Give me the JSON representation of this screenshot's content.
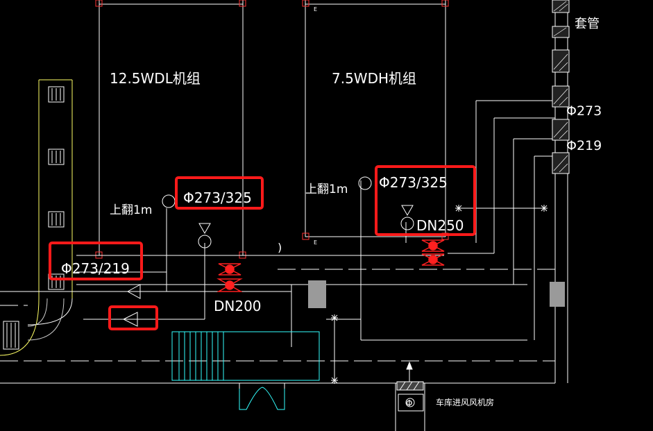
{
  "labels": {
    "unit_left": "12.5WDL机组",
    "unit_right": "7.5WDH机组",
    "raise_left": "上翻1m",
    "raise_right": "上翻1m",
    "pipe_left_325": "Φ273/325",
    "pipe_right_325": "Φ273/325",
    "pipe_219": "Φ273/219",
    "dn200": "DN200",
    "dn250": "DN250",
    "sleeve": "套管",
    "phi273": "Φ273",
    "phi219": "Φ219",
    "room": "车库进风风机房",
    "phi_small": "Φ",
    "e_top": "E",
    "e_bottom": "E",
    "paren": ")"
  },
  "colors": {
    "background": "#000000",
    "line_white": "#ffffff",
    "line_yellow": "#ffff66",
    "line_cyan": "#33ffff",
    "highlight_red": "#ff1a1a",
    "valve_red": "#ff2020",
    "block_gray": "#999999"
  }
}
